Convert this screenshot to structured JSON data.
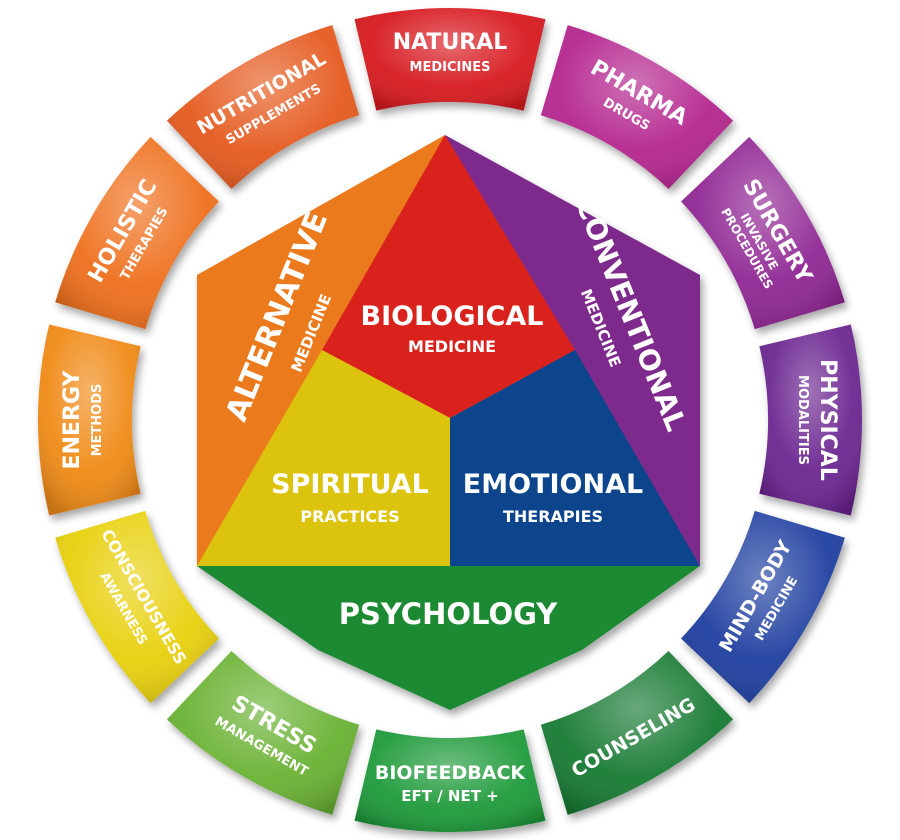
{
  "ring": [
    {
      "title": "NATURAL",
      "subtitle": "MEDICINES",
      "color": "#d7191f"
    },
    {
      "title": "PHARMA",
      "subtitle": "DRUGS",
      "color": "#b4248e"
    },
    {
      "title": "SURGERY",
      "subtitle": "INVASIVE PROCEDURES",
      "color": "#8f2593"
    },
    {
      "title": "PHYSICAL",
      "subtitle": "MODALITIES",
      "color": "#6b2590"
    },
    {
      "title": "MIND-BODY",
      "subtitle": "MEDICINE",
      "color": "#1f3fa0"
    },
    {
      "title": "COUNSELING",
      "subtitle": "",
      "color": "#177a33"
    },
    {
      "title": "BIOFEEDBACK",
      "subtitle": "EFT / NET +",
      "color": "#1e9a3a"
    },
    {
      "title": "STRESS",
      "subtitle": "MANAGEMENT",
      "color": "#69b233"
    },
    {
      "title": "CONSCIOUSNESS",
      "subtitle": "AWARNESS",
      "color": "#e8d00c"
    },
    {
      "title": "ENERGY",
      "subtitle": "METHODS",
      "color": "#f08a16"
    },
    {
      "title": "HOLISTIC",
      "subtitle": "THERAPIES",
      "color": "#ef6f1c"
    },
    {
      "title": "NUTRITIONAL",
      "subtitle": "SUPPLEMENTS",
      "color": "#e55a1f"
    }
  ],
  "center": {
    "alternative": {
      "title": "ALTERNATIVE",
      "subtitle": "MEDICINE",
      "color": "#ea7a1e"
    },
    "conventional": {
      "title": "CONVENTIONAL",
      "subtitle": "MEDICINE",
      "color": "#7d2a8c"
    },
    "biological": {
      "title": "BIOLOGICAL",
      "subtitle": "MEDICINE",
      "color": "#d9201f"
    },
    "spiritual": {
      "title": "SPIRITUAL",
      "subtitle": "PRACTICES",
      "color": "#dcc30f"
    },
    "emotional": {
      "title": "EMOTIONAL",
      "subtitle": "THERAPIES",
      "color": "#11448c"
    },
    "psychology": {
      "title": "PSYCHOLOGY",
      "color": "#1a8a33"
    }
  }
}
